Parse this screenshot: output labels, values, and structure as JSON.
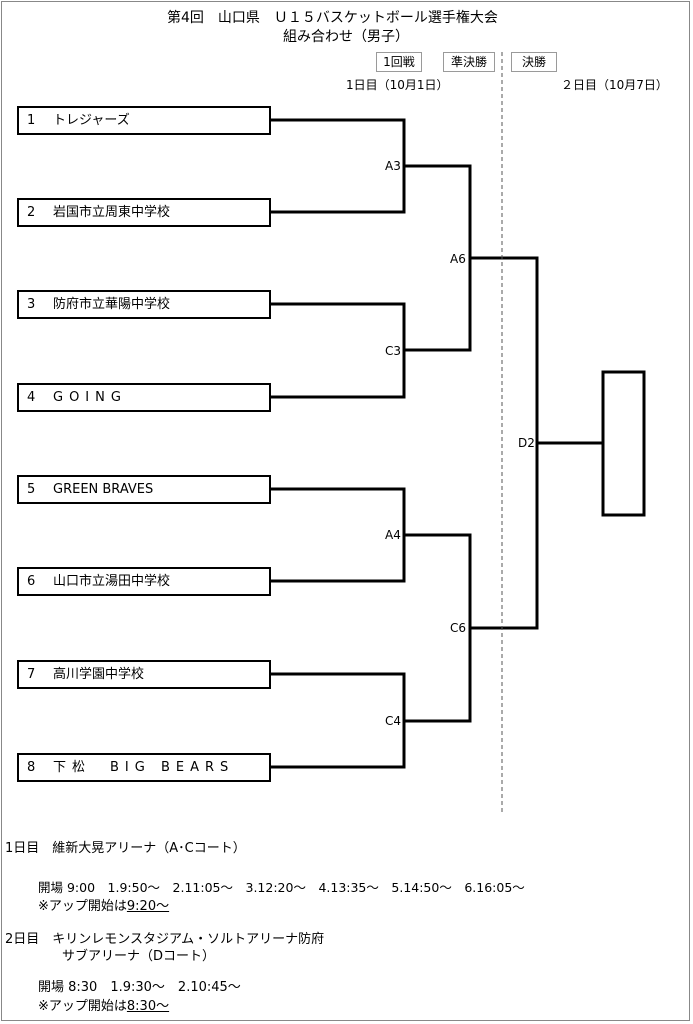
{
  "title_line1": "第4回　山口県　Ｕ１５バスケットボール選手権大会",
  "title_line2": "組み合わせ（男子）",
  "rounds": {
    "r1": "1回戦",
    "semi": "準決勝",
    "final": "決勝"
  },
  "days": {
    "day1": "1日目（10月1日）",
    "day2": "２日目（10月7日）"
  },
  "teams": [
    {
      "num": "1",
      "name": "トレジャーズ"
    },
    {
      "num": "2",
      "name": "岩国市立周東中学校"
    },
    {
      "num": "3",
      "name": "防府市立華陽中学校"
    },
    {
      "num": "4",
      "name": "GOING"
    },
    {
      "num": "5",
      "name": "GREEN BRAVES"
    },
    {
      "num": "6",
      "name": "山口市立湯田中学校"
    },
    {
      "num": "7",
      "name": "高川学園中学校"
    },
    {
      "num": "8",
      "name": "下松　BIG BEARS"
    }
  ],
  "matches": {
    "a3": "A3",
    "c3": "C3",
    "a4": "A4",
    "c4": "C4",
    "a6": "A6",
    "c6": "C6",
    "d2": "D2"
  },
  "schedule": {
    "day1_label": "1日目　維新大晃アリーナ（A･Cコート）",
    "day1_times": "開場 9:00　1.9:50～　2.11:05～　3.12:20～　4.13:35～　5.14:50～　6.16:05～",
    "day1_warmup_prefix": "※アップ開始は",
    "day1_warmup_time": "9:20～",
    "day2_label": "2日目　キリンレモンスタジアム・ソルトアリーナ防府",
    "day2_label_cont": "サブアリーナ（Dコート）",
    "day2_times": "開場 8:30　1.9:30～　2.10:45～",
    "day2_warmup_prefix": "※アップ開始は",
    "day2_warmup_time": "8:30～"
  }
}
